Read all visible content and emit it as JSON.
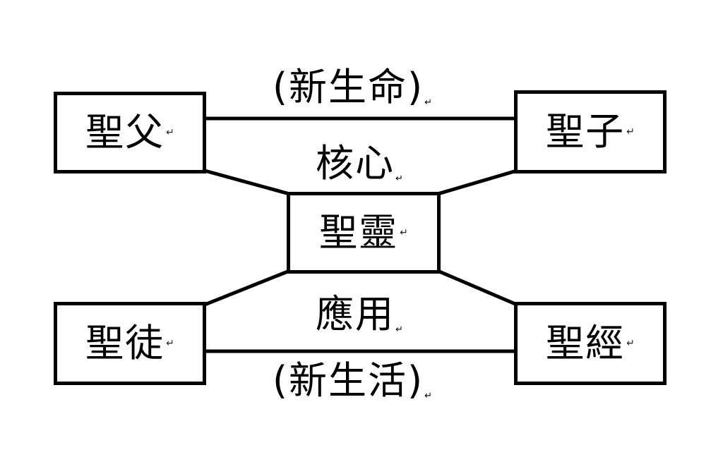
{
  "diagram": {
    "boxes": {
      "father": "聖父",
      "son": "聖子",
      "spirit": "聖靈",
      "saints": "聖徒",
      "scripture": "聖經"
    },
    "labels": {
      "top": "(新生命)",
      "core": "核心",
      "application": "應用",
      "bottom": "(新生活)"
    },
    "paragraph_mark": "↵"
  }
}
